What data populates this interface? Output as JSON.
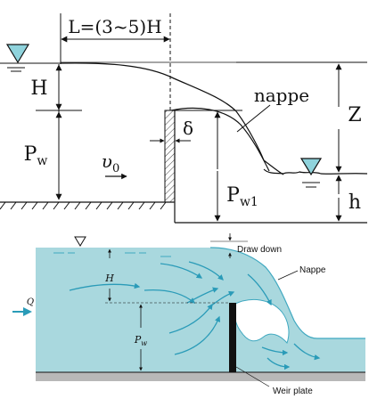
{
  "colors": {
    "water": "#a9d8de",
    "water_edge": "#3fa8c0",
    "arrow": "#2a9bb8",
    "line": "#111111",
    "ground": "#b8b8b8",
    "plate": "#111111"
  },
  "icons": {
    "water_surface_marker": "inverted-triangle-icon",
    "downstream_marker": "inverted-triangle-icon",
    "inflow_arrow": "arrow-right-icon"
  },
  "top_diagram": {
    "length_label": "L=(3~5)H",
    "head_label": "H",
    "upstream_weir_height_label": "P",
    "upstream_weir_height_sub": "w",
    "velocity_label": "υ",
    "velocity_sub": "0",
    "thickness_label": "δ",
    "nappe_label": "nappe",
    "drop_label": "Z",
    "downstream_weir_height_label": "P",
    "downstream_weir_height_sub": "w1",
    "tailwater_depth_label": "h"
  },
  "bottom_diagram": {
    "draw_down_label": "Draw down",
    "nappe_label": "Nappe",
    "head_label": "H",
    "weir_height_label": "P",
    "weir_height_sub": "w",
    "flow_label": "Q",
    "weir_plate_label": "Weir plate"
  }
}
